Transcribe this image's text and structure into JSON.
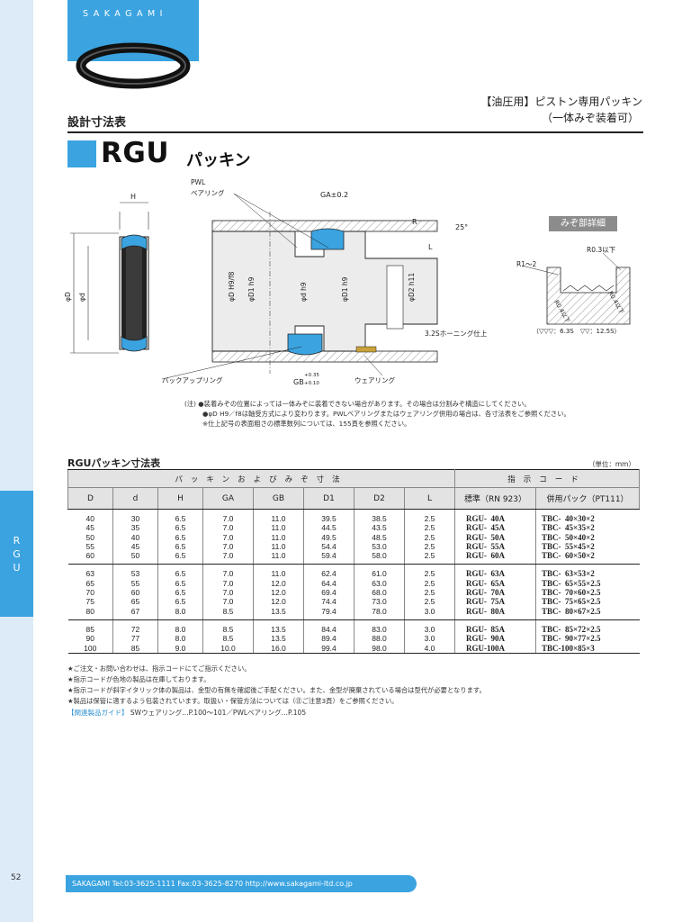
{
  "brand": "SAKAGAMI",
  "side_tab": [
    "R",
    "G",
    "U"
  ],
  "page_number": "52",
  "header": {
    "series_title": "【油圧用】ピストン専用パッキン",
    "series_subtitle": "（一体みぞ装着可）",
    "section_label": "設計寸法表",
    "title_main": "RGU",
    "title_suffix": "パッキン"
  },
  "diagram_labels": {
    "pwl": "PWL",
    "pwl_bearing": "ベアリング",
    "H": "H",
    "ga": "GA±0.2",
    "R": "R",
    "angle": "25°",
    "L": "L",
    "phiD": "φD",
    "phid": "φd",
    "phiD_H9f8": "φD H9/f8",
    "phiD1_h9": "φD1 h9",
    "phid_h9": "φd h9",
    "phiD1_h9b": "φD1 h9",
    "phiD2_h11": "φD2 h11",
    "honing": "3.2Sホーニング仕上",
    "backup_ring": "バックアップリング",
    "gb": "GB",
    "gb_tol_plus": "+0.35",
    "gb_tol_minus": "+0.10",
    "wear_ring": "ウェアリング",
    "detail_title": "みぞ部詳細",
    "r03": "R0.3以下",
    "r1_2": "R1～2",
    "r04_a": "R0.4以下",
    "r04_b": "R0.4以下",
    "finish": "（▽▽▽：6.3S　▽▽：12.5S）"
  },
  "notes": [
    "(注) ●装着みぞの位置によっては一体みぞに装着できない場合があります。その場合は分割みぞ構造にしてください。",
    "●φD H9／f8は軸受方式により変わります。PWLベアリングまたはウェアリング併用の場合は、各寸法表をご参照ください。",
    "※仕上記号の表面粗さの標準数列については、155頁を参照ください。"
  ],
  "table": {
    "title": "RGUパッキン寸法表",
    "unit": "（単位：mm）",
    "group_dims": "パッキンおよびみぞ寸法",
    "group_code": "指示コード",
    "columns": [
      "D",
      "d",
      "H",
      "GA",
      "GB",
      "D1",
      "D2",
      "L",
      "標準（RN 923）",
      "併用パック（PT111）"
    ],
    "groups": [
      [
        [
          "40",
          "30",
          "6.5",
          "7.0",
          "11.0",
          "39.5",
          "38.5",
          "2.5",
          "RGU-  40A",
          "TBC-  40×30×2"
        ],
        [
          "45",
          "35",
          "6.5",
          "7.0",
          "11.0",
          "44.5",
          "43.5",
          "2.5",
          "RGU-  45A",
          "TBC-  45×35×2"
        ],
        [
          "50",
          "40",
          "6.5",
          "7.0",
          "11.0",
          "49.5",
          "48.5",
          "2.5",
          "RGU-  50A",
          "TBC-  50×40×2"
        ],
        [
          "55",
          "45",
          "6.5",
          "7.0",
          "11.0",
          "54.4",
          "53.0",
          "2.5",
          "RGU-  55A",
          "TBC-  55×45×2"
        ],
        [
          "60",
          "50",
          "6.5",
          "7.0",
          "11.0",
          "59.4",
          "58.0",
          "2.5",
          "RGU-  60A",
          "TBC-  60×50×2"
        ]
      ],
      [
        [
          "63",
          "53",
          "6.5",
          "7.0",
          "11.0",
          "62.4",
          "61.0",
          "2.5",
          "RGU-  63A",
          "TBC-  63×53×2"
        ],
        [
          "65",
          "55",
          "6.5",
          "7.0",
          "12.0",
          "64.4",
          "63.0",
          "2.5",
          "RGU-  65A",
          "TBC-  65×55×2.5"
        ],
        [
          "70",
          "60",
          "6.5",
          "7.0",
          "12.0",
          "69.4",
          "68.0",
          "2.5",
          "RGU-  70A",
          "TBC-  70×60×2.5"
        ],
        [
          "75",
          "65",
          "6.5",
          "7.0",
          "12.0",
          "74.4",
          "73.0",
          "2.5",
          "RGU-  75A",
          "TBC-  75×65×2.5"
        ],
        [
          "80",
          "67",
          "8.0",
          "8.5",
          "13.5",
          "79.4",
          "78.0",
          "3.0",
          "RGU-  80A",
          "TBC-  80×67×2.5"
        ]
      ],
      [
        [
          "85",
          "72",
          "8.0",
          "8.5",
          "13.5",
          "84.4",
          "83.0",
          "3.0",
          "RGU-  85A",
          "TBC-  85×72×2.5"
        ],
        [
          "90",
          "77",
          "8.0",
          "8.5",
          "13.5",
          "89.4",
          "88.0",
          "3.0",
          "RGU-  90A",
          "TBC-  90×77×2.5"
        ],
        [
          "100",
          "85",
          "9.0",
          "10.0",
          "16.0",
          "99.4",
          "98.0",
          "4.0",
          "RGU-100A",
          "TBC-100×85×3"
        ]
      ]
    ]
  },
  "footnotes": [
    "★ご注文・お問い合わせは、指示コードにてご指示ください。",
    "★指示コードが色地の製品は在庫しております。",
    "★指示コードが斜字イタリック体の製品は、金型の有無を確認後ご手配ください。また、金型が廃棄されている場合は型代が必要となります。",
    "★製品は保管に適するよう包装されています。取扱い・保管方法については（㊟ご注意3頁）をご参照ください。"
  ],
  "related": {
    "tag": "【関連製品ガイド】",
    "text": "SWウェアリング…P.100～101／PWLベアリング…P.105"
  },
  "footer": "SAKAGAMI   Tel:03-3625-1111 Fax:03-3625-8270   http://www.sakagami-ltd.co.jp",
  "colors": {
    "accent": "#3aa3e0",
    "strip": "#dcebf7"
  }
}
